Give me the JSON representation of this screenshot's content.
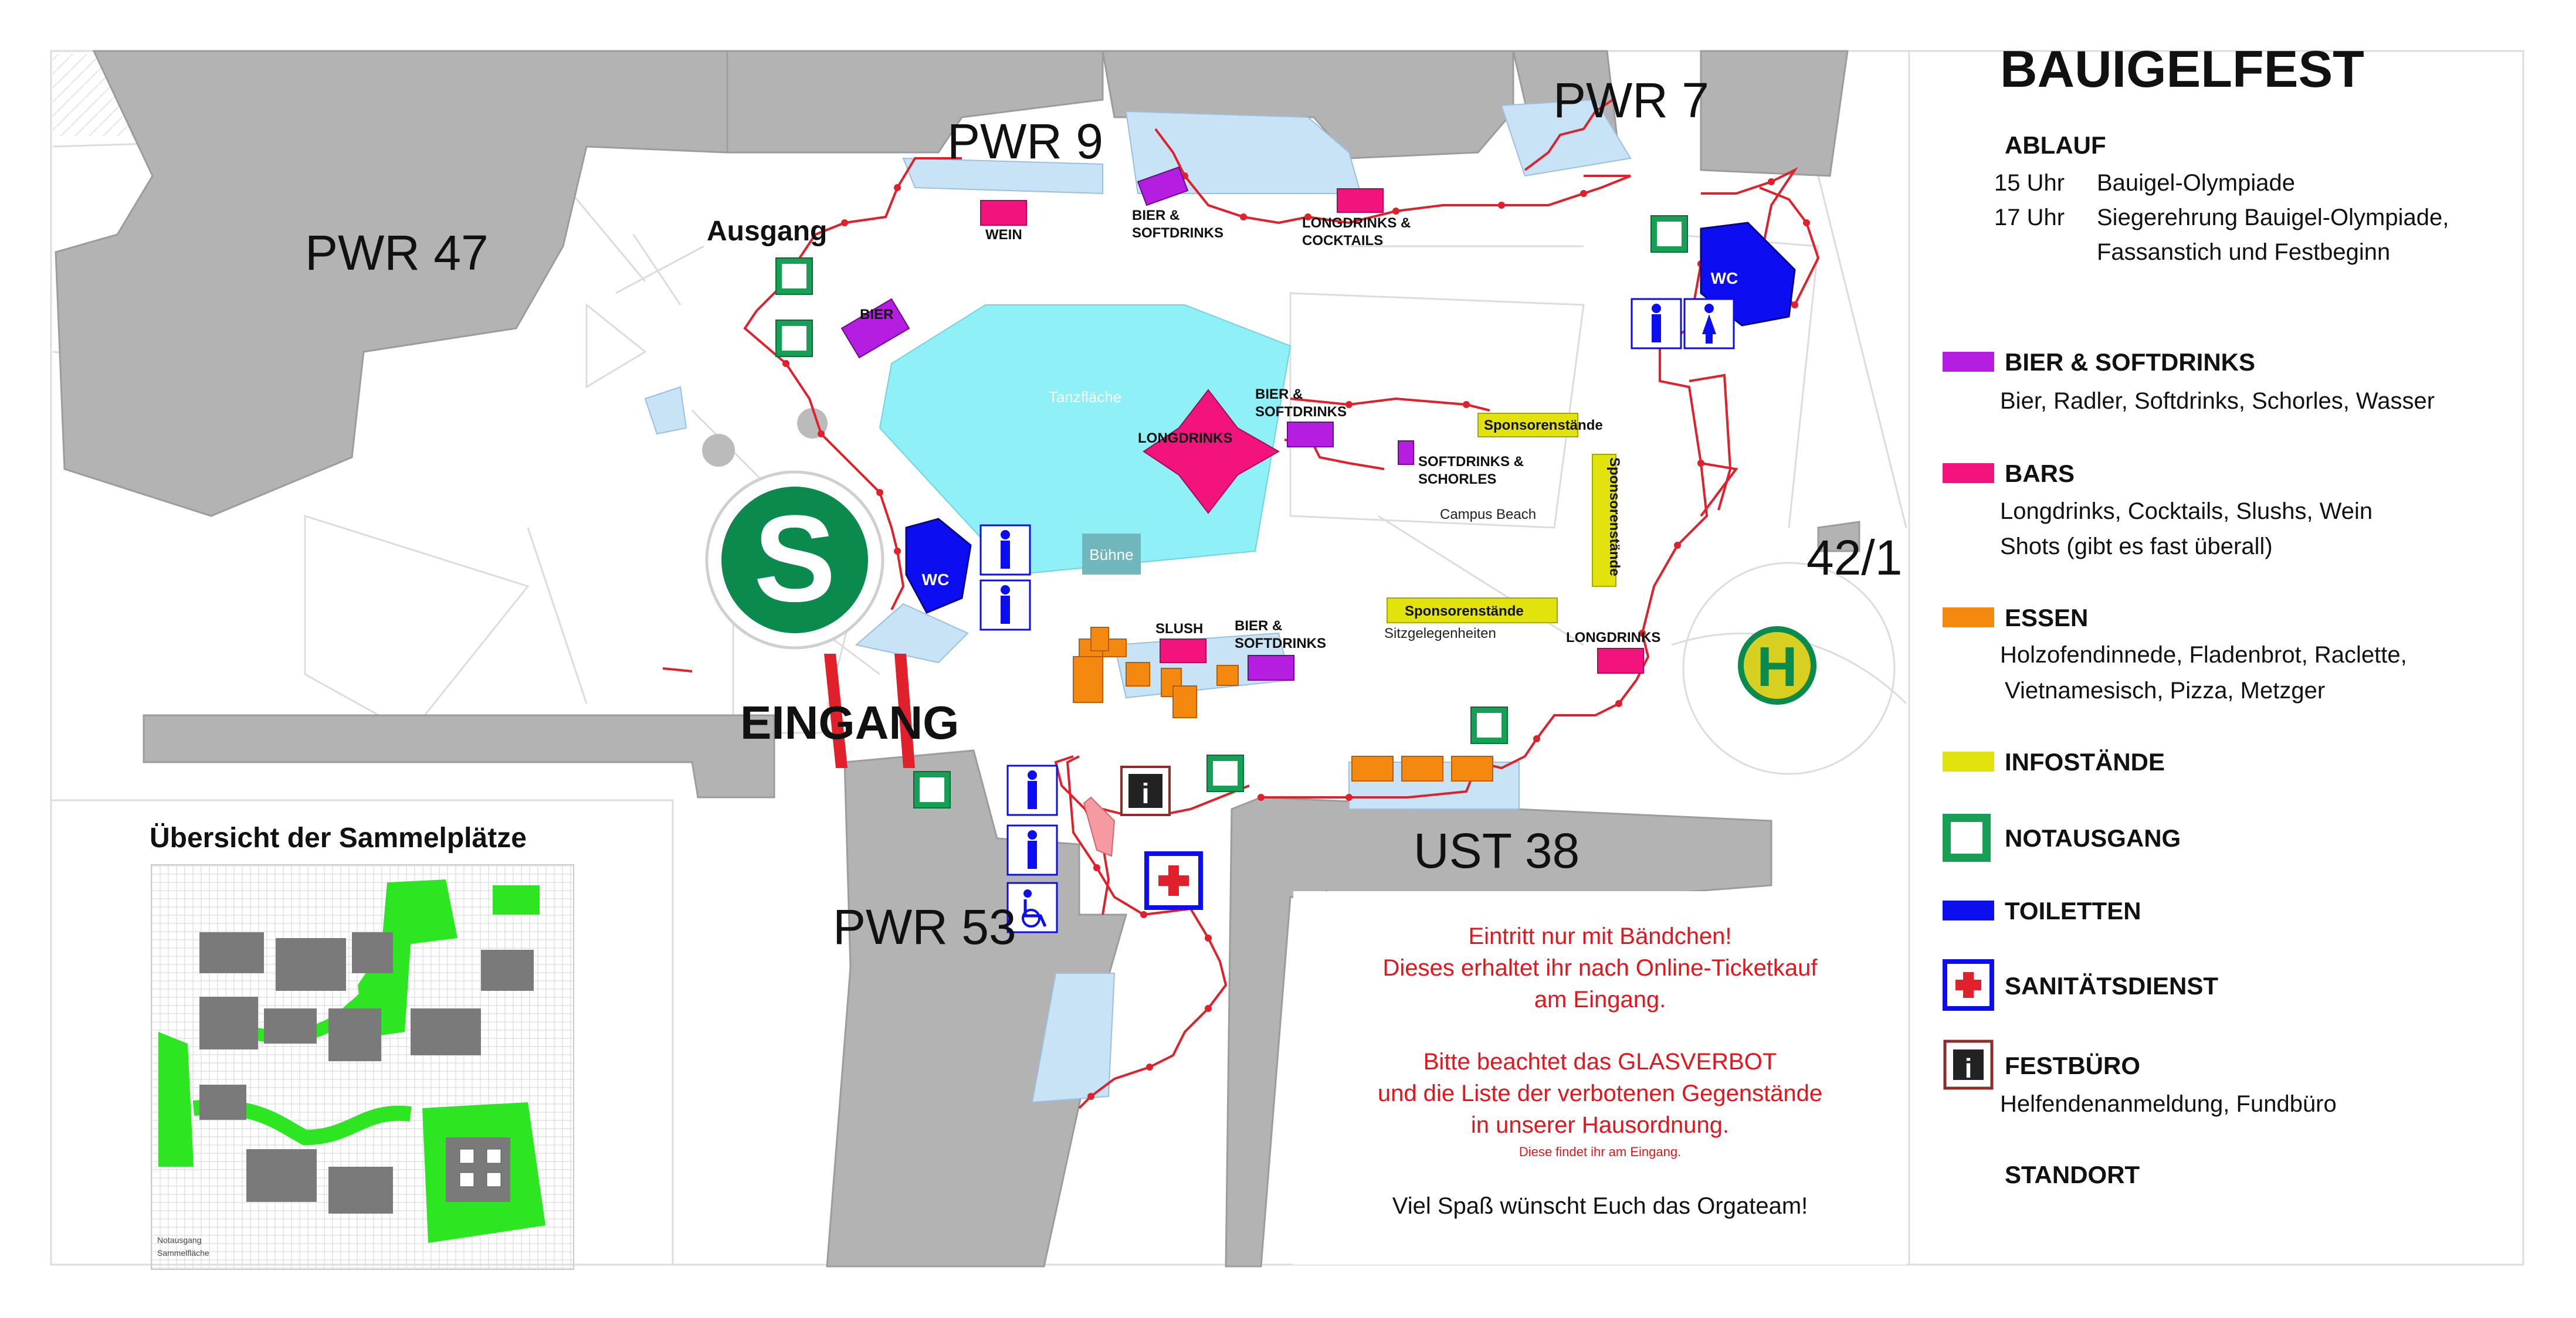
{
  "map": {
    "buildings": {
      "pwr47": "PWR 47",
      "pwr9": "PWR 9",
      "pwr7": "PWR 7",
      "pwr53": "PWR 53",
      "ust38": "UST 38",
      "b42_1": "42/1"
    },
    "labels": {
      "ausgang": "Ausgang",
      "eingang": "EINGANG",
      "tanzflaeche": "Tanzfläche",
      "buehne": "Bühne",
      "campus_beach": "Campus Beach",
      "sitzgelegenheiten": "Sitzgelegenheiten"
    },
    "stands": {
      "wein": "WEIN",
      "bier": "BIER",
      "bier_softdrinks_top_1": "BIER &",
      "bier_softdrinks_top_2": "SOFTDRINKS",
      "longdrinks_cocktails_1": "LONGDRINKS &",
      "longdrinks_cocktails_2": "COCKTAILS",
      "longdrinks_center": "LONGDRINKS",
      "bier_softdrinks_mid_1": "BIER &",
      "bier_softdrinks_mid_2": "SOFTDRINKS",
      "softdrinks_schorles_1": "SOFTDRINKS &",
      "softdrinks_schorles_2": "SCHORLES",
      "slush": "SLUSH",
      "bier_softdrinks_low_1": "BIER &",
      "bier_softdrinks_low_2": "SOFTDRINKS",
      "longdrinks_right": "LONGDRINKS",
      "sponsoren_1": "Sponsorenstände",
      "sponsoren_2": "Sponsorenstände",
      "sponsoren_3": "Sponsorenstände"
    },
    "wc": "WC",
    "sbahn": "S",
    "bus": "H",
    "info_icon": "i"
  },
  "sammelplaetze": {
    "title": "Übersicht der Sammelplätze",
    "legend_1": "Notausgang",
    "legend_2": "Sammelfläche"
  },
  "notice": {
    "line1": "Eintritt nur mit Bändchen!",
    "line2": "Dieses erhaltet ihr nach Online-Ticketkauf",
    "line3": "am Eingang.",
    "line4": "Bitte beachtet das GLASVERBOT",
    "line5": "und die Liste der verbotenen Gegenstände",
    "line6": "in unserer Hausordnung.",
    "line7": "Diese findet ihr am Eingang.",
    "line8": "Viel Spaß wünscht Euch das Orgateam!"
  },
  "legend": {
    "title": "BAUIGELFEST",
    "ablauf": "ABLAUF",
    "a1_time": "15 Uhr",
    "a1_text": "Bauigel-Olympiade",
    "a2_time": "17 Uhr",
    "a2_text": "Siegerehrung Bauigel-Olympiade,",
    "a2_text2": "Fassanstich und Festbeginn",
    "bier_title": "BIER & SOFTDRINKS",
    "bier_desc": "Bier, Radler, Softdrinks, Schorles, Wasser",
    "bars_title": "BARS",
    "bars_desc1": "Longdrinks, Cocktails, Slushs, Wein",
    "bars_desc2": "Shots (gibt es fast überall)",
    "essen_title": "ESSEN",
    "essen_desc1": "Holzofendinnede, Fladenbrot, Raclette,",
    "essen_desc2": "Vietnamesisch, Pizza, Metzger",
    "info_title": "INFOSTÄNDE",
    "notausgang_title": "NOTAUSGANG",
    "toiletten_title": "TOILETTEN",
    "sani_title": "SANITÄTSDIENST",
    "festbuero_title": "FESTBÜRO",
    "festbuero_desc": "Helfendenanmeldung, Fundbüro",
    "standort_title": "STANDORT"
  },
  "colors": {
    "building": "#b3b3b3",
    "dancefloor": "#8ff0f7",
    "light_area": "#c9e3f6",
    "bier": "#b51de0",
    "bar": "#f2137c",
    "food": "#f5890f",
    "info": "#e2e20d",
    "notausgang": "#17a055",
    "toilet": "#0d0df2",
    "fence": "#e0202a",
    "sbahn": "#0a8a4c",
    "green_area": "#2ce622"
  }
}
